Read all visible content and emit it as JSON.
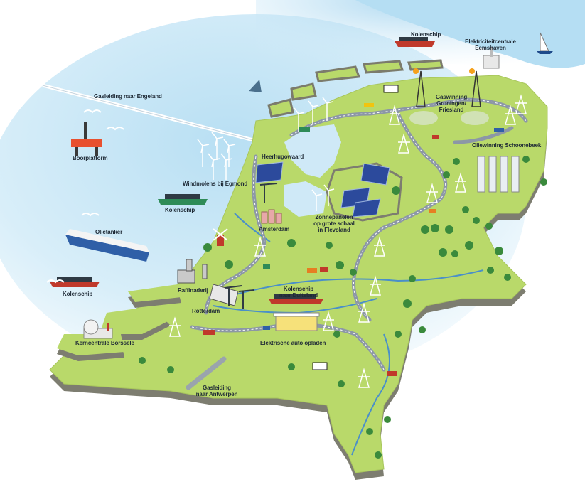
{
  "map": {
    "colors": {
      "sea": "#cfe9f7",
      "land": "#b9d96a",
      "land_side": "#8a8a7a",
      "water": "#4a8fc9",
      "road": "#8c97a6",
      "tree": "#3a8a3c",
      "solar": "#2c4a9c"
    },
    "labels": {
      "gas_england": "Gasleiding naar Engeland",
      "boorplatform": "Boorplatform",
      "windmolens": "Windmolens bij Egmond",
      "kolenschip_north_sea": "Kolenschip",
      "olietanker": "Olietanker",
      "kolenschip_south": "Kolenschip",
      "kerncentrale": "Kerncentrale Borssele",
      "gas_antwerpen_1": "Gasleiding",
      "gas_antwerpen_2": "naar Antwerpen",
      "raffinaderij": "Raffinaderij",
      "rotterdam": "Rotterdam",
      "amsterdam": "Amsterdam",
      "heerhugowaard": "Heerhugowaard",
      "zonnepanelen_1": "Zonnepanelen",
      "zonnepanelen_2": "op grote schaal",
      "zonnepanelen_3": "in Flevoland",
      "kolenschip_duitsland_1": "Kolenschip",
      "kolenschip_duitsland_2": "naar Duitsland",
      "elektrische_auto": "Elektrische auto opladen",
      "kolenschip_top": "Kolenschip",
      "eemshaven_1": "Elektriciteitcentrale",
      "eemshaven_2": "Eemshaven",
      "gaswinning_1": "Gaswinning",
      "gaswinning_2": "Groningen/",
      "gaswinning_3": "Friesland",
      "oliewinning": "Oliewinning Schoonebeek"
    }
  }
}
